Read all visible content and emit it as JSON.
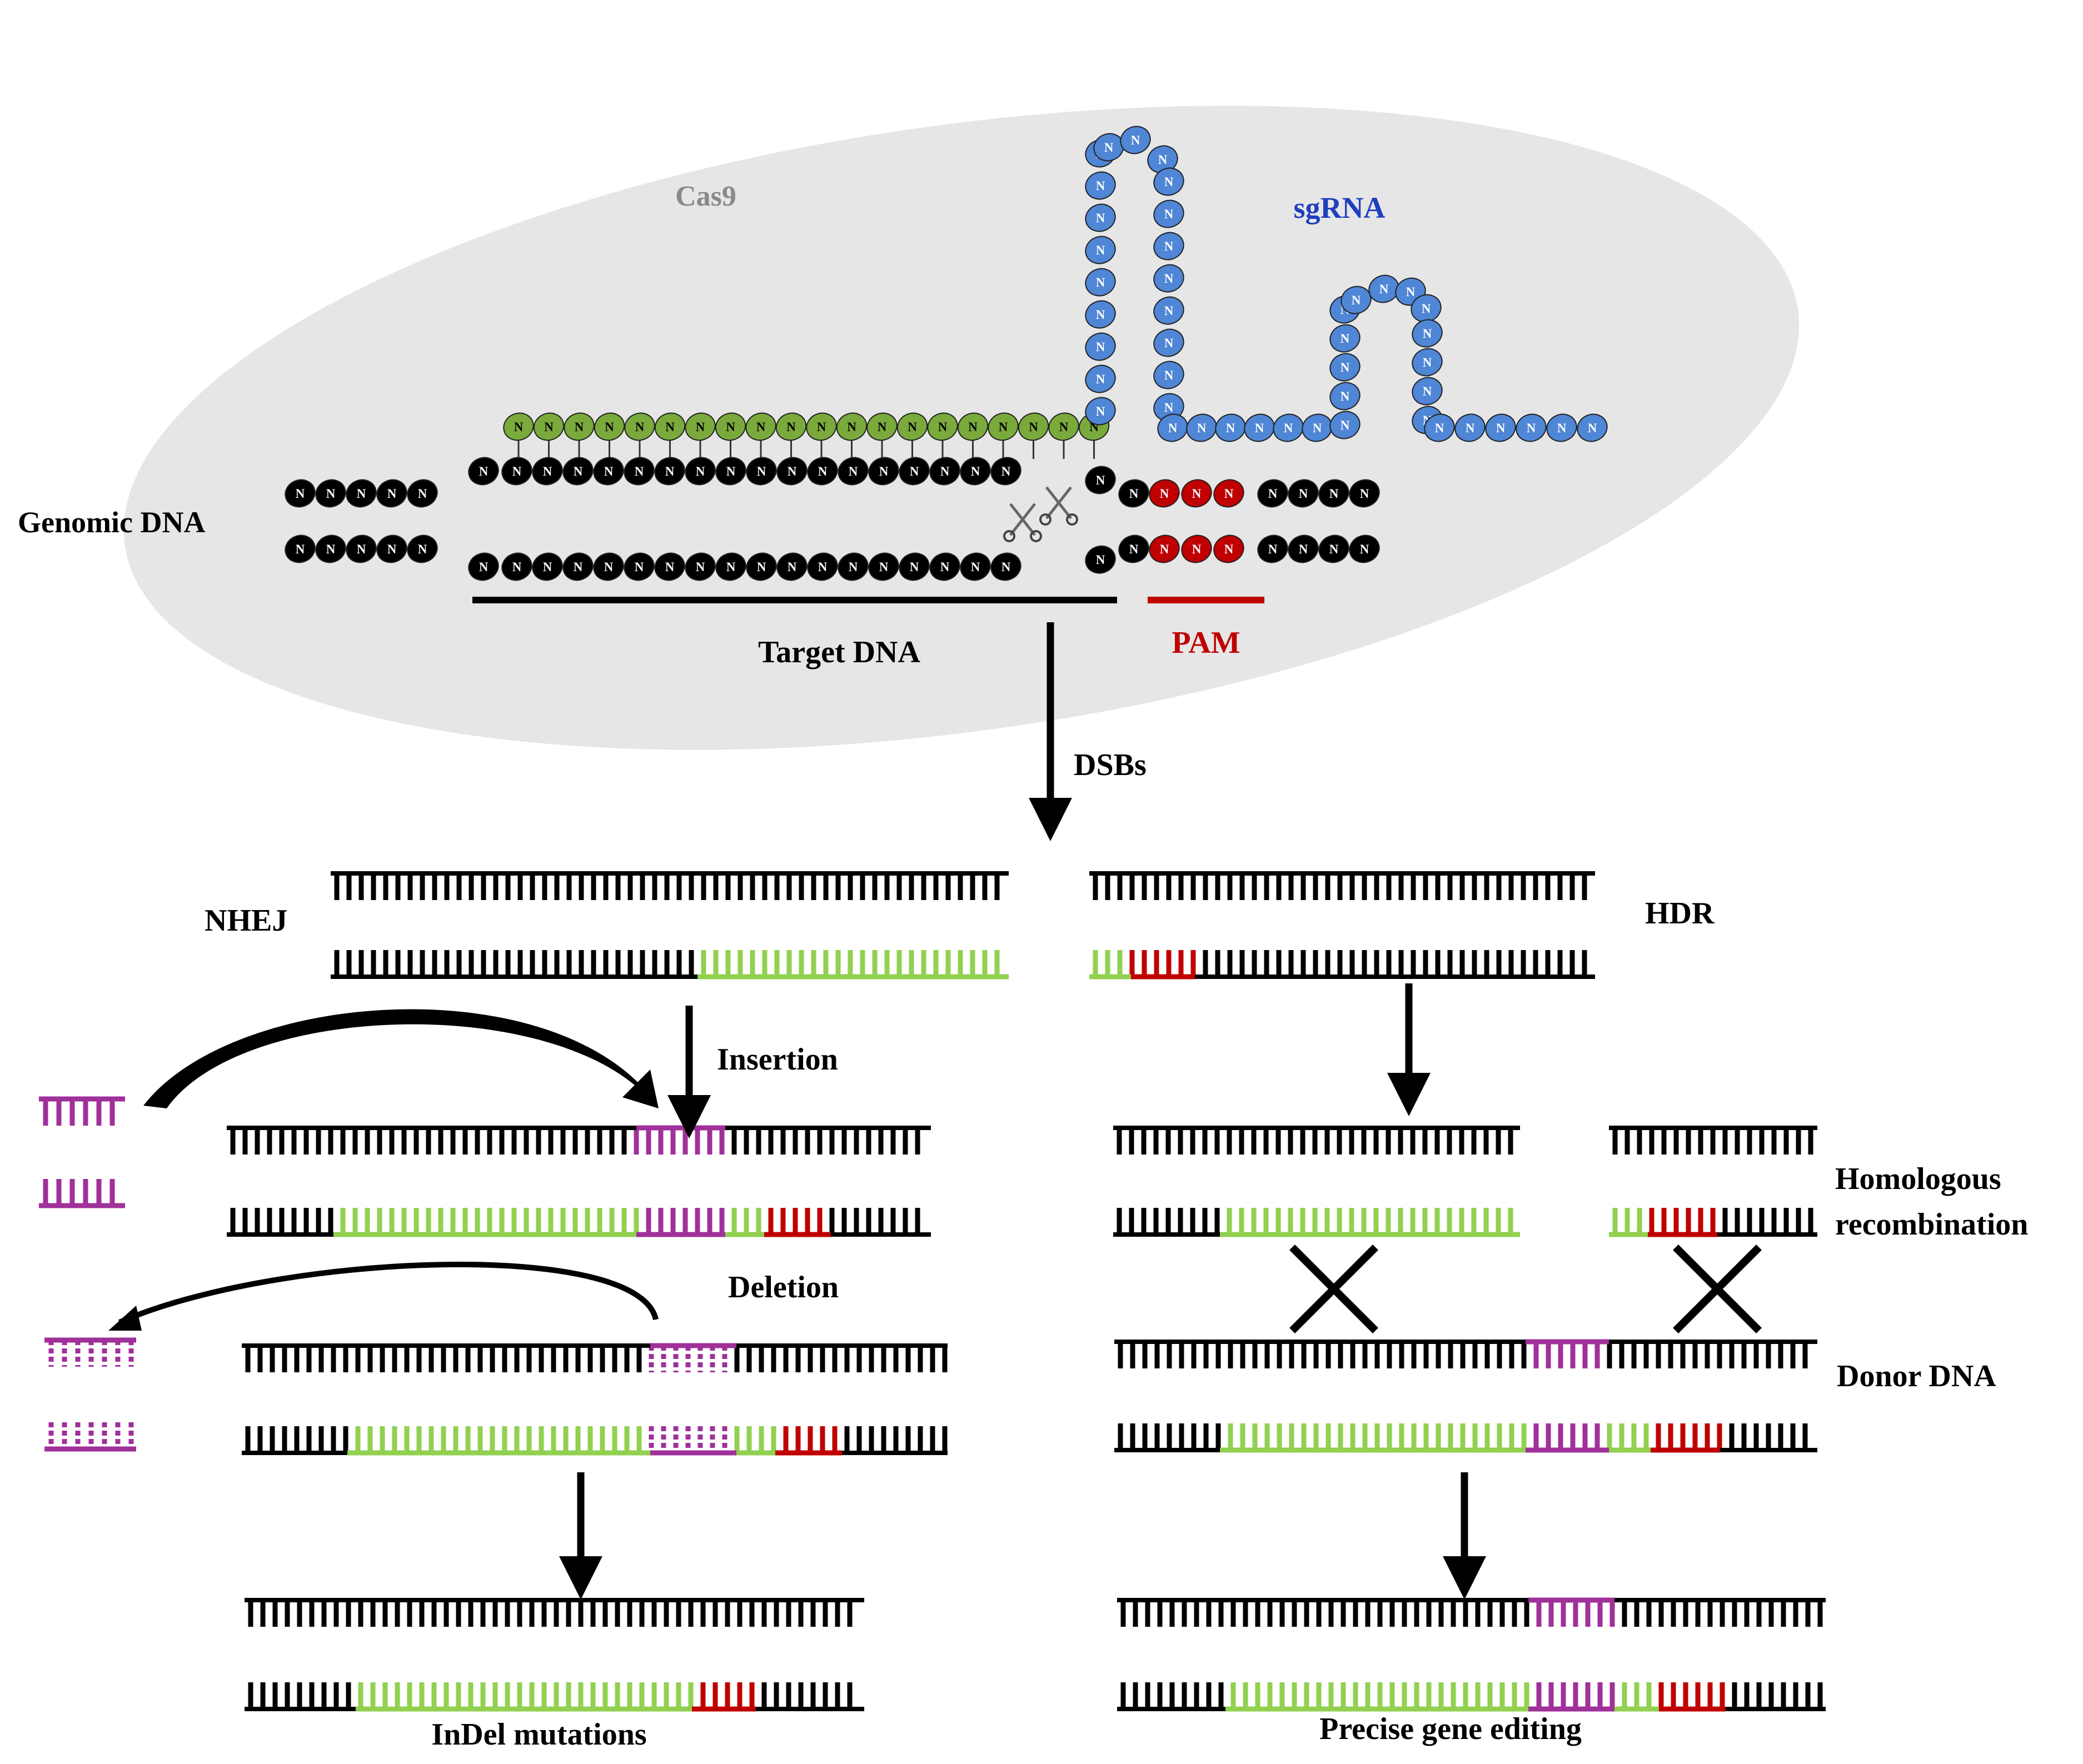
{
  "labels": {
    "cas9": "Cas9",
    "sgrna": "sgRNA",
    "genomic_dna": "Genomic DNA",
    "target_dna": "Target DNA",
    "pam": "PAM",
    "dsbs": "DSBs",
    "nhej": "NHEJ",
    "hdr": "HDR",
    "insertion": "Insertion",
    "deletion": "Deletion",
    "homologous_line1": "Homologous",
    "homologous_line2": "recombination",
    "donor_dna": "Donor DNA",
    "indel": "InDel mutations",
    "precise": "Precise gene editing"
  },
  "nucleotide_letter": "N",
  "colors": {
    "cas9_bg": "#e6e6e6",
    "cas9_text": "#8a8a8a",
    "sgrna": "#4f86d6",
    "sgrna_text": "#1f3fbf",
    "guide": "#7aaa3c",
    "dna": "#000000",
    "pam": "#c00000",
    "green_bar": "#92d050",
    "magenta": "#a0309a"
  },
  "icons": [
    "scissors-icon",
    "cross-icon"
  ]
}
